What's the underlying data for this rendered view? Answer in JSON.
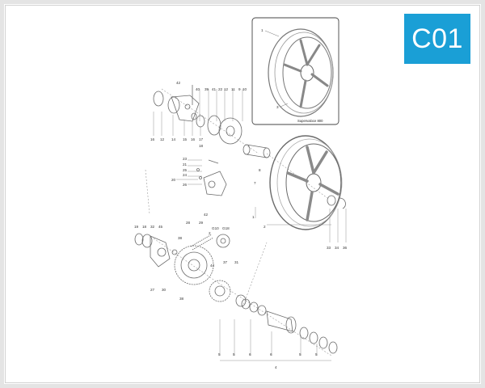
{
  "badge": {
    "code": "C01",
    "color": "#1a9fd6"
  },
  "inset": {
    "caption": "Supervaloce 800",
    "labels": [
      "1",
      "3"
    ]
  },
  "part_labels": {
    "top_row": [
      "42",
      "40",
      "39",
      "41",
      "22",
      "12",
      "11",
      "9",
      "10"
    ],
    "bracket_row": [
      "16",
      "12",
      "14",
      "15",
      "16",
      "17",
      "18"
    ],
    "caliper": [
      "23",
      "21",
      "25",
      "24",
      "20",
      "26"
    ],
    "wheel": [
      "8",
      "7",
      "1",
      "2",
      "33",
      "34",
      "36"
    ],
    "sprocket_top": [
      "42",
      "28",
      "29",
      "G10",
      "G18",
      "2"
    ],
    "hub_left": [
      "19",
      "18",
      "32",
      "45",
      "38",
      "27",
      "30",
      "38"
    ],
    "sprocket_mid": [
      "44",
      "37",
      "31"
    ],
    "axle_bottom": [
      "5",
      "5",
      "6",
      "6",
      "5",
      "5",
      "4"
    ]
  },
  "colors": {
    "line": "#6a6a6a",
    "dash": "#9a9a9a",
    "frame": "#e4e4e4"
  }
}
